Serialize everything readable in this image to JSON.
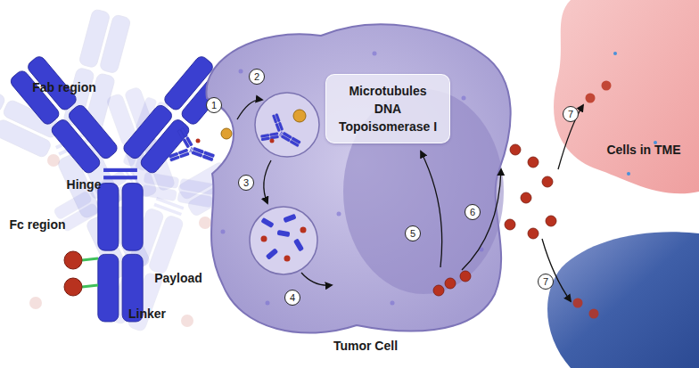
{
  "diagram": {
    "nodes": [
      {
        "text": [
          "Tumor Cell"
        ]
      },
      {
        "text": [
          "Microtubules",
          "DNA",
          "Topoisomerase I"
        ],
        "in": 0
      }
    ],
    "labels": [
      "Fab region",
      "Hinge",
      "Fc region",
      "Payload",
      "Linker",
      "1",
      "2",
      "3",
      "4",
      "5",
      "6",
      "7",
      "7",
      "Cells in TME"
    ]
  }
}
